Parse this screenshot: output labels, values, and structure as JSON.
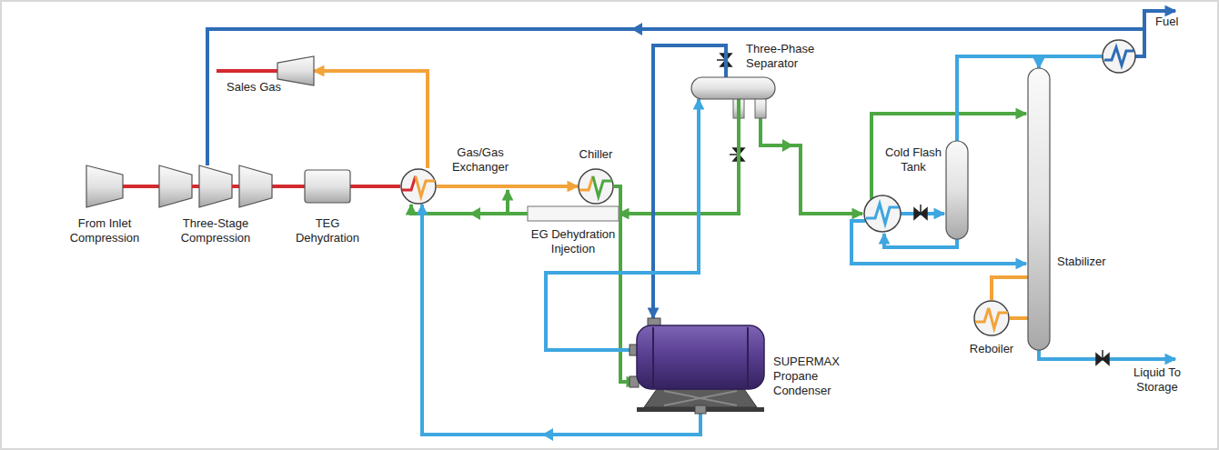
{
  "diagram": {
    "nodes": [
      {
        "text": [
          "From Inlet Compression"
        ]
      },
      {
        "text": [
          "Three-Stage Compression"
        ]
      },
      {
        "text": [
          "TEG Dehydration"
        ]
      },
      {
        "text": [
          "Gas/Gas Exchanger"
        ]
      },
      {
        "text": [
          "Sales Gas"
        ]
      },
      {
        "text": [
          "Chiller"
        ]
      },
      {
        "text": [
          "EG Dehydration Injection"
        ]
      },
      {
        "text": [
          "Three-Phase Separator"
        ]
      },
      {
        "text": [
          "SUPERMAX Propane Condenser"
        ]
      },
      {
        "text": [
          "Cold Flash Tank"
        ]
      },
      {
        "text": [
          "Stabilizer"
        ]
      },
      {
        "text": [
          "Reboiler"
        ]
      }
    ],
    "edges": [
      {
        "from": 0,
        "to": 1,
        "arrow": "none"
      },
      {
        "from": 1,
        "to": 2,
        "arrow": "none"
      },
      {
        "from": 2,
        "to": 3,
        "arrow": "none"
      },
      {
        "from": 3,
        "to": 4,
        "arrow": "to"
      },
      {
        "from": 3,
        "to": 5,
        "arrow": "to"
      },
      {
        "from": 5,
        "to": 8,
        "arrow": "to"
      },
      {
        "from": 7,
        "to": 6,
        "arrow": "to"
      },
      {
        "from": 6,
        "to": 3,
        "arrow": "to"
      },
      {
        "from": 7,
        "to": 8,
        "arrow": "to"
      },
      {
        "from": 8,
        "to": 7,
        "arrow": "to"
      },
      {
        "from": 8,
        "to": 3,
        "arrow": "to"
      },
      {
        "from": 9,
        "to": 10,
        "arrow": "to"
      },
      {
        "from": 10,
        "to": 11,
        "arrow": "none"
      },
      {
        "from": 11,
        "to": 10,
        "arrow": "none"
      }
    ],
    "labels": [
      "Fuel",
      "Liquid To Storage"
    ]
  }
}
